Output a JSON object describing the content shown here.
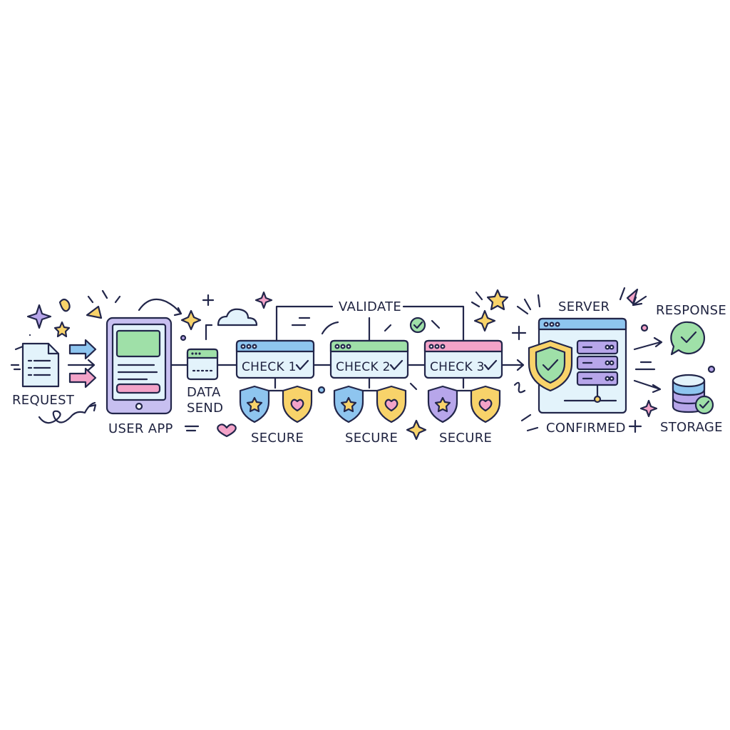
{
  "labels": {
    "request": "REQUEST",
    "user_app": "USER APP",
    "data_send_line1": "DATA",
    "data_send_line2": "SEND",
    "validate": "VALIDATE",
    "check1": "CHECK 1",
    "check2": "CHECK 2",
    "check3": "CHECK 3",
    "secure1": "SECURE",
    "secure2": "SECURE",
    "secure3": "SECURE",
    "server": "SERVER",
    "confirmed": "CONFIRMED",
    "response": "RESPONSE",
    "storage": "STORAGE"
  },
  "colors": {
    "outline": "#22264a",
    "blue": "#8ec5ef",
    "green": "#9fe0a8",
    "pink": "#f3a3c8",
    "purple": "#b7a6ea",
    "yellow": "#f8d36a",
    "screen": "#e3f3fb",
    "device": "#c7bff0"
  },
  "icons": {
    "request": "document-icon",
    "user_app": "tablet-icon",
    "data_send": "browser-window-icon",
    "secure": "shield-icon",
    "server": "server-rack-icon",
    "response": "chat-check-icon",
    "storage": "database-check-icon"
  }
}
